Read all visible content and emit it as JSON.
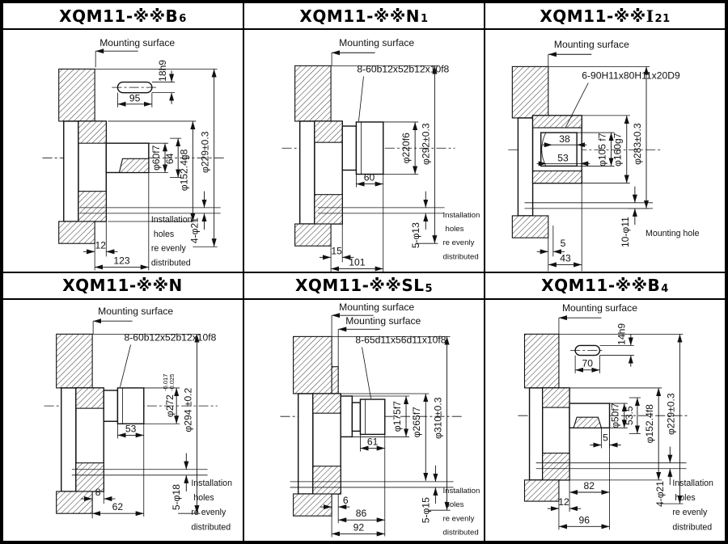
{
  "panels": [
    {
      "title": {
        "prefix": "XQM11-※※",
        "base": "B",
        "sub": "6"
      },
      "mounting": "Mounting surface",
      "key_len": "95",
      "key_h": "18h9",
      "dia_shaft": "φ60f7",
      "dim_64": "64",
      "dia_pilot": "φ152.4g8",
      "dia_bolt": "φ229±0.3",
      "holes": "4-φ21",
      "dim_12": "12",
      "dim_123": "123",
      "note": [
        "Installation",
        "holes",
        "re evenly",
        "distributed"
      ]
    },
    {
      "title": {
        "prefix": "XQM11-※※",
        "base": "N",
        "sub": "1"
      },
      "mounting": "Mounting surface",
      "spline": "8-60b12x52b12x10f8",
      "dim_60": "60",
      "dia_hub": "φ220f6",
      "dia_bolt": "φ292±0.3",
      "holes": "5-φ13",
      "dim_15": "15",
      "dim_101": "101",
      "note": [
        "Installation",
        "holes",
        "re evenly",
        "distributed"
      ]
    },
    {
      "title": {
        "prefix": "XQM11-※※",
        "base": "I",
        "sub": "21"
      },
      "mounting": "Mounting surface",
      "spline": "6-90H11x80H11x20D9",
      "dim_38": "38",
      "dim_53": "53",
      "dia_bore": "φ105 f7",
      "dia_spigot": "φ160g7",
      "dia_bolt": "φ283±0.3",
      "holes": "10-φ11",
      "mounting_hole": "Mounting hole",
      "dim_5": "5",
      "dim_43": "43"
    },
    {
      "title": {
        "prefix": "XQM11-※※",
        "base": "N",
        "sub": ""
      },
      "mounting": "Mounting surface",
      "spline": "8-60b12x52b12x10f8",
      "dim_53": "53",
      "dia_hub": "φ272",
      "tol_up": "-0.017",
      "tol_dn": "-0.025",
      "dia_bolt": "φ294 ±0.2",
      "holes": "5-φ18",
      "dim_8": "8",
      "dim_62": "62",
      "note": [
        "Installation",
        "holes",
        "re evenly",
        "distributed"
      ]
    },
    {
      "title": {
        "prefix": "XQM11-※※",
        "base": "SL",
        "sub": "5"
      },
      "mounting1": "Mounting surface",
      "mounting2": "Mounting surface",
      "spline": "8-65d11x56d11x10f8",
      "dim_61": "61",
      "dia_pilot": "φ175f7",
      "dia_spigot": "φ265f7",
      "dia_bolt": "φ310±0.3",
      "holes": "5-φ15",
      "dim_6": "6",
      "dim_86": "86",
      "dim_92": "92",
      "note": [
        "Installation",
        "holes",
        "re evenly",
        "distributed"
      ]
    },
    {
      "title": {
        "prefix": "XQM11-※※",
        "base": "B",
        "sub": "4"
      },
      "mounting": "Mounting surface",
      "key_len": "70",
      "key_h": "14h9",
      "dim_5": "5",
      "dia_shaft": "φ50f7",
      "dim_535": "53.5",
      "dia_pilot": "φ152.4f8",
      "dia_bolt": "φ229±0.3",
      "holes": "4-φ21",
      "dim_82": "82",
      "dim_12": "12",
      "dim_96": "96",
      "note": [
        "Installation",
        "holes",
        "re evenly",
        "distributed"
      ]
    }
  ]
}
